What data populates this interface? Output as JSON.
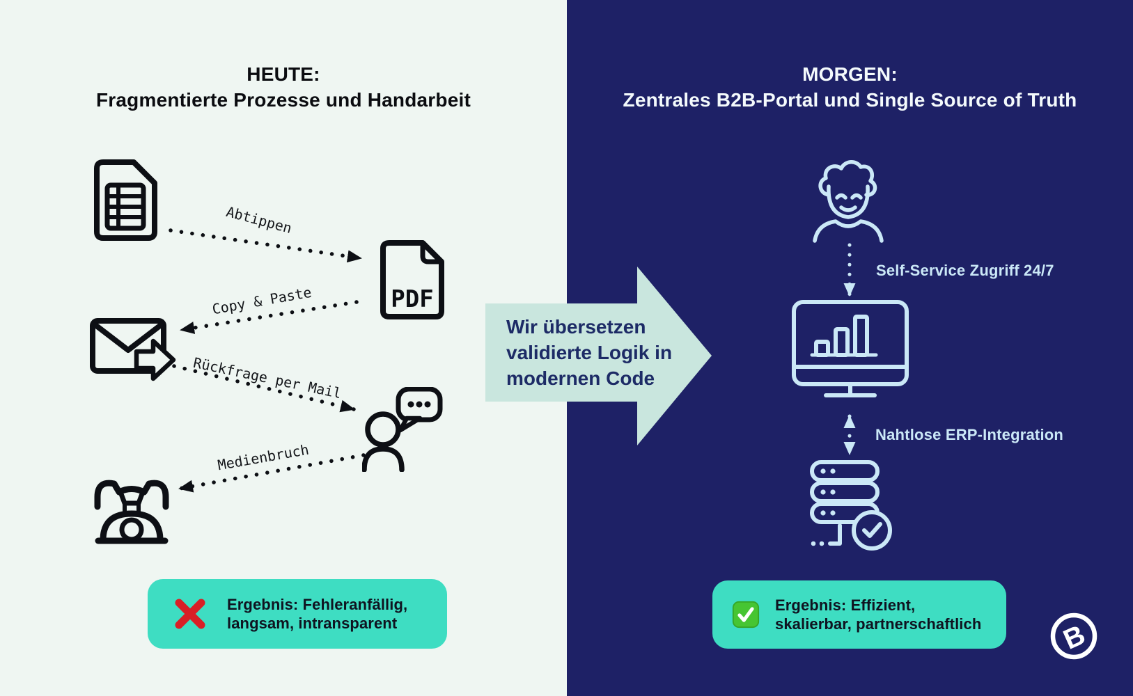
{
  "left": {
    "title_line1": "HEUTE:",
    "title_line2": "Fragmentierte Prozesse und Handarbeit",
    "flow_labels": {
      "abtippen": "Abtippen",
      "copy_paste": "Copy & Paste",
      "rueckfrage": "Rückfrage per Mail",
      "medienbruch": "Medienbruch"
    },
    "pdf_label": "PDF",
    "icons": [
      "spreadsheet-document-icon",
      "pdf-file-icon",
      "email-forward-icon",
      "person-chat-icon",
      "telephone-icon"
    ],
    "result": {
      "icon": "red-x-icon",
      "line1": "Ergebnis: Fehleranfällig,",
      "line2": "langsam, intransparent"
    }
  },
  "center_arrow": {
    "line1": "Wir übersetzen",
    "line2": "validierte Logik in",
    "line3": "modernen Code"
  },
  "right": {
    "title_line1": "MORGEN:",
    "title_line2": "Zentrales B2B-Portal und Single Source of Truth",
    "flow_labels": {
      "self_service": "Self-Service Zugriff 24/7",
      "erp": "Nahtlose ERP-Integration"
    },
    "icons": [
      "curly-person-icon",
      "dashboard-monitor-icon",
      "server-check-icon"
    ],
    "result": {
      "icon": "green-check-icon",
      "line1": "Ergebnis: Effizient,",
      "line2": "skalierbar, partnerschaftlich"
    },
    "logo": "brand-logo-icon",
    "logo_letter": "B"
  },
  "colors": {
    "left_bg": "#eff6f2",
    "right_bg": "#1e2166",
    "teal": "#3eddc2",
    "arrow_mint": "#c9e6de",
    "icon_blue": "#cbe8f7",
    "ink": "#0d0f14",
    "navy_text": "#1d2b66",
    "red": "#d81f26",
    "green": "#46c532"
  }
}
